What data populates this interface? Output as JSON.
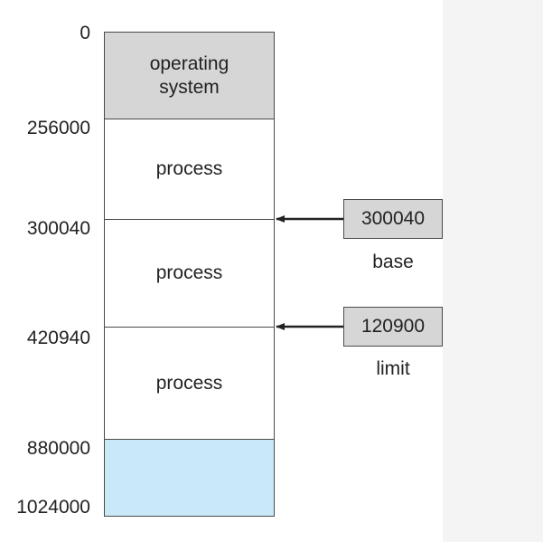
{
  "addresses": [
    "0",
    "256000",
    "300040",
    "420940",
    "880000",
    "1024000"
  ],
  "segments": [
    {
      "label": "operating\nsystem",
      "fill": "#d6d6d6"
    },
    {
      "label": "process",
      "fill": "#ffffff"
    },
    {
      "label": "process",
      "fill": "#ffffff"
    },
    {
      "label": "process",
      "fill": "#ffffff"
    },
    {
      "label": "",
      "fill": "#c9e9f8"
    }
  ],
  "registers": {
    "base": {
      "value": "300040",
      "label": "base"
    },
    "limit": {
      "value": "120900",
      "label": "limit"
    }
  },
  "colors": {
    "register_fill": "#d6d6d6",
    "border": "#4a4a4a",
    "arrow": "#222222"
  }
}
